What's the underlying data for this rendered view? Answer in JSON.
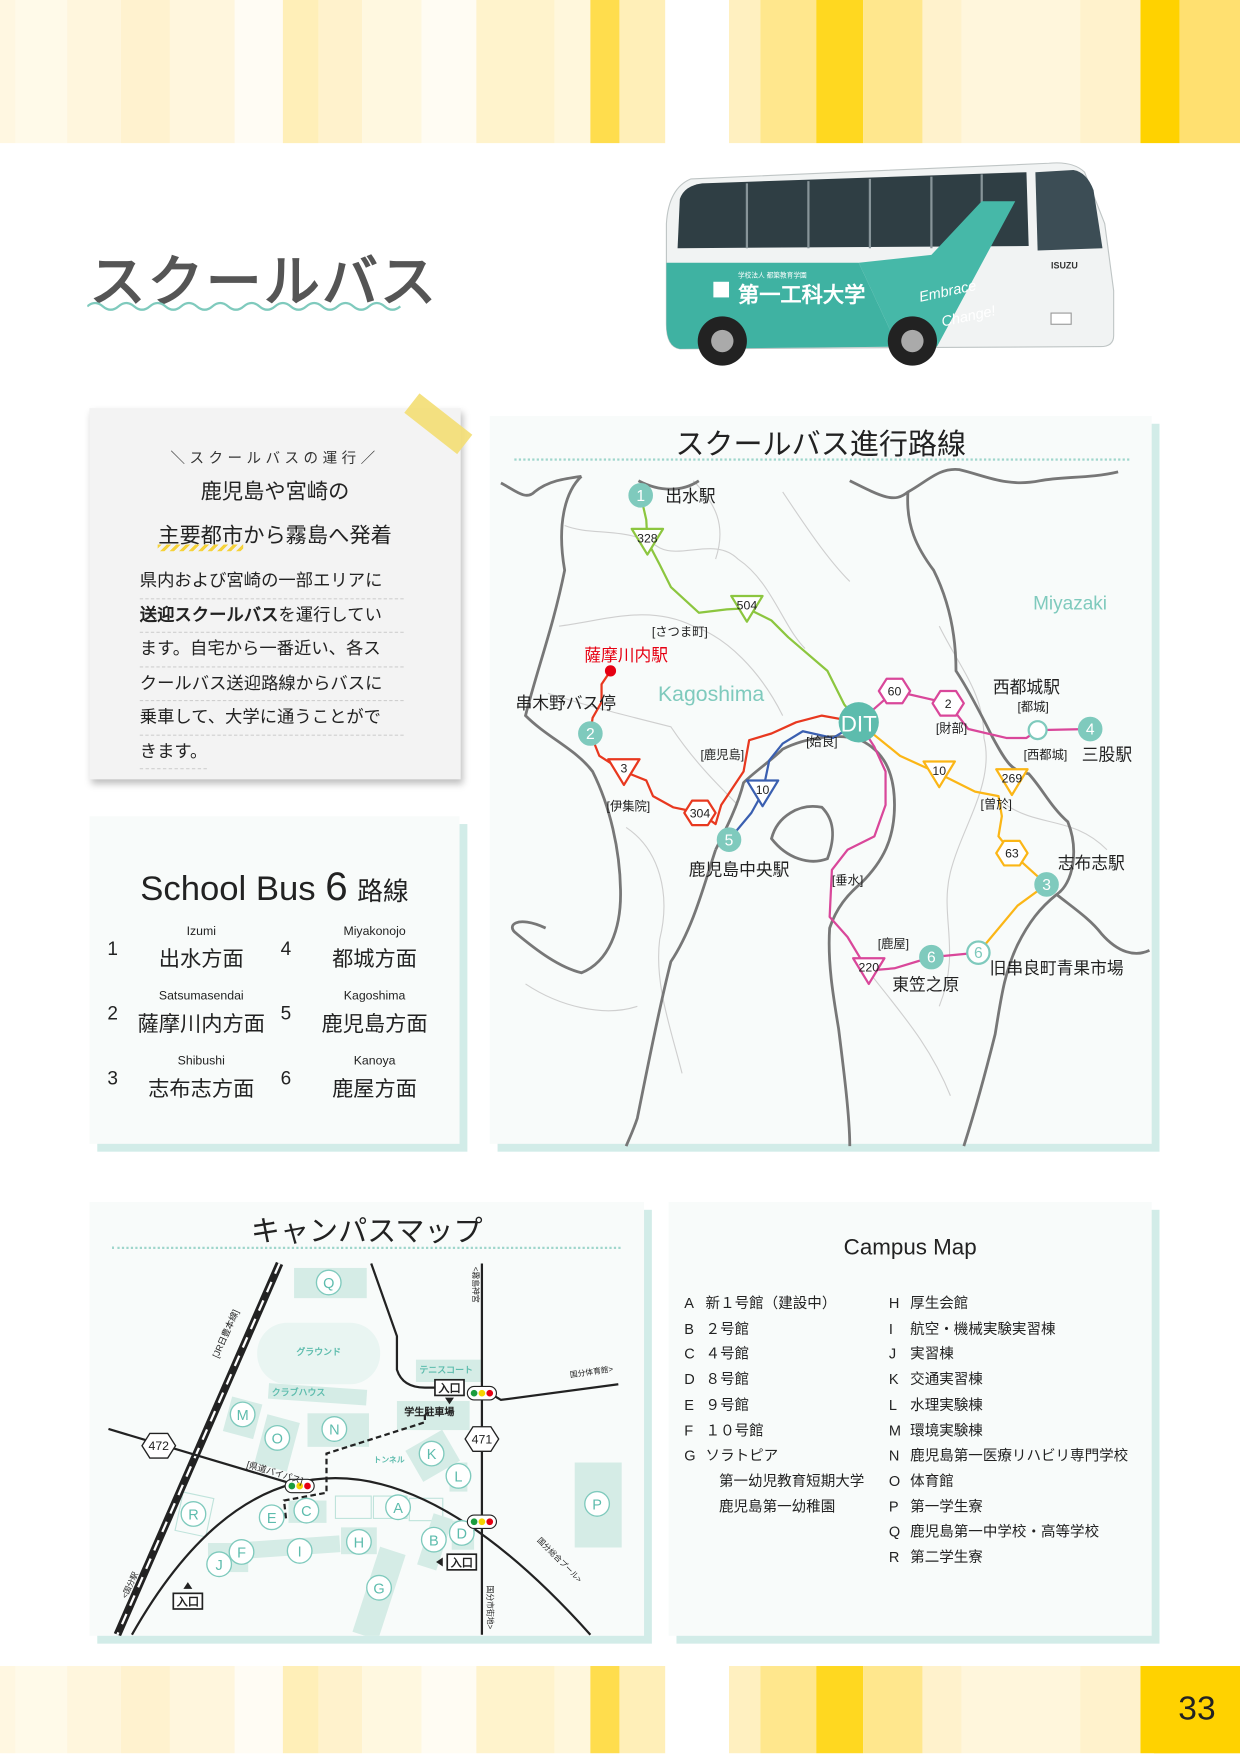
{
  "colors": {
    "teal": "#7fcabd",
    "teal_dark": "#5dbcad",
    "panel_shadow": "#d2ece8",
    "route_green": "#8cc63f",
    "route_red": "#e8381f",
    "route_blue": "#3a5fb0",
    "route_pink": "#d9479a",
    "route_yellow": "#fbb616",
    "station_red": "#e60012",
    "page_yellow": "#ffd200"
  },
  "page": {
    "title": "スクールバス",
    "page_number": "33"
  },
  "bus": {
    "corporation": "学校法人 都築教育学園",
    "university_name": "第一工科大学",
    "slogan_1": "Embrace",
    "slogan_2": "Change!",
    "maker": "ISUZU"
  },
  "notice": {
    "kicker": "＼スクールバスの運行／",
    "headline_1": "鹿児島や宮崎の",
    "headline_2_highlight": "主要都市",
    "headline_2_rest": "から霧島へ発着",
    "line_1": "県内および宮崎の一部エリアに",
    "line_2_bold": "送迎スクールバス",
    "line_2_rest": "を運行してい",
    "line_3": "ます。自宅から一番近い、各ス",
    "line_4": "クールバス送迎路線からバスに",
    "line_5": "乗車して、大学に通うことがで",
    "line_6": "きます。"
  },
  "bus_routes": {
    "title_prefix": "School Bus",
    "count": "6",
    "title_suffix": "路線",
    "routes": [
      {
        "no": "1",
        "romaji": "Izumi",
        "name": "出水方面"
      },
      {
        "no": "2",
        "romaji": "Satsumasendai",
        "name": "薩摩川内方面"
      },
      {
        "no": "3",
        "romaji": "Shibushi",
        "name": "志布志方面"
      },
      {
        "no": "4",
        "romaji": "Miyakonojo",
        "name": "都城方面"
      },
      {
        "no": "5",
        "romaji": "Kagoshima",
        "name": "鹿児島方面"
      },
      {
        "no": "6",
        "romaji": "Kanoya",
        "name": "鹿屋方面"
      }
    ]
  },
  "route_map": {
    "title": "スクールバス進行路線",
    "region_kagoshima": "Kagoshima",
    "region_miyazaki": "Miyazaki",
    "hub": "DIT",
    "stations": [
      {
        "no": "1",
        "name": "出水駅"
      },
      {
        "no": "2",
        "name": "串木野バス停"
      },
      {
        "no": "3",
        "name": "志布志駅"
      },
      {
        "no": "4",
        "name": "三股駅"
      },
      {
        "no": "5",
        "name": "鹿児島中央駅"
      },
      {
        "no": "6",
        "name": "東笠之原"
      },
      {
        "no": "6",
        "name": "旧串良町青果市場"
      }
    ],
    "other_stations": [
      "薩摩川内駅",
      "西都城駅"
    ],
    "via_labels": [
      "[さつま町]",
      "[鹿児島]",
      "[姶良]",
      "[伊集院]",
      "[財部]",
      "[都城]",
      "[西都城]",
      "[曽於]",
      "[垂水]",
      "[鹿屋]"
    ],
    "road_numbers": [
      "328",
      "504",
      "3",
      "304",
      "10",
      "60",
      "2",
      "10",
      "269",
      "63",
      "220"
    ]
  },
  "campus_map": {
    "title": "キャンパスマップ",
    "areas": [
      "グラウンド",
      "クラブハウス",
      "テニスコート",
      "学生駐車場",
      "トンネル"
    ],
    "entrance": "入口",
    "roads": [
      "472",
      "471"
    ],
    "road_labels": [
      "[県道バイパス]",
      "[JR日豊本線]",
      "<霧島神宮",
      "国分体育館>",
      "国分総合プール>",
      "国分市街地>",
      "<国分駅"
    ],
    "buildings": [
      "A",
      "B",
      "C",
      "D",
      "E",
      "F",
      "G",
      "H",
      "I",
      "J",
      "K",
      "L",
      "M",
      "N",
      "O",
      "P",
      "Q",
      "R"
    ]
  },
  "campus_list": {
    "title": "Campus Map",
    "left": [
      {
        "key": "A",
        "name": "新１号館（建設中）"
      },
      {
        "key": "B",
        "name": "２号館"
      },
      {
        "key": "C",
        "name": "４号館"
      },
      {
        "key": "D",
        "name": "８号館"
      },
      {
        "key": "E",
        "name": "９号館"
      },
      {
        "key": "F",
        "name": "１０号館"
      },
      {
        "key": "G",
        "name": "ソラトピア"
      },
      {
        "key": "",
        "name": "第一幼児教育短期大学"
      },
      {
        "key": "",
        "name": "鹿児島第一幼稚園"
      }
    ],
    "right": [
      {
        "key": "H",
        "name": "厚生会館"
      },
      {
        "key": "I",
        "name": "航空・機械実験実習棟"
      },
      {
        "key": "J",
        "name": "実習棟"
      },
      {
        "key": "K",
        "name": "交通実習棟"
      },
      {
        "key": "L",
        "name": "水理実験棟"
      },
      {
        "key": "M",
        "name": "環境実験棟"
      },
      {
        "key": "N",
        "name": "鹿児島第一医療リハビリ専門学校"
      },
      {
        "key": "O",
        "name": "体育館"
      },
      {
        "key": "P",
        "name": "第一学生寮"
      },
      {
        "key": "Q",
        "name": "鹿児島第一中学校・高等学校"
      },
      {
        "key": "R",
        "name": "第二学生寮"
      }
    ]
  }
}
